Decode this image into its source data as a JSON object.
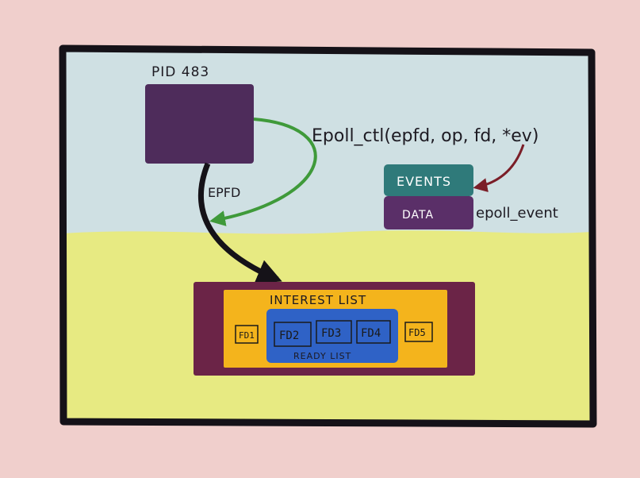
{
  "process": {
    "label": "PID 483"
  },
  "syscall": {
    "text": "Epoll_ctl(epfd, op, fd, *ev)"
  },
  "epfd_label": "EPFD",
  "epoll_event": {
    "events_label": "EVENTS",
    "data_label": "DATA",
    "struct_label": "epoll_event"
  },
  "interest_list": {
    "title": "INTEREST LIST",
    "outside_fds": [
      "FD1",
      "FD5"
    ]
  },
  "ready_list": {
    "title": "READY LIST",
    "fds": [
      "FD2",
      "FD3",
      "FD4"
    ]
  },
  "colors": {
    "background": "#f0cfcc",
    "sky": "#cfe0e3",
    "ground": "#e7ea82",
    "frame": "#151218",
    "process_box": "#4e2c5b",
    "events_box": "#2f7a7a",
    "data_box": "#5a2f68",
    "interest_outer": "#6b2447",
    "interest_inner": "#f4b41c",
    "ready_list": "#2f62c6",
    "green_arrow": "#3f9a3a",
    "red_arrow": "#7b1e28"
  }
}
